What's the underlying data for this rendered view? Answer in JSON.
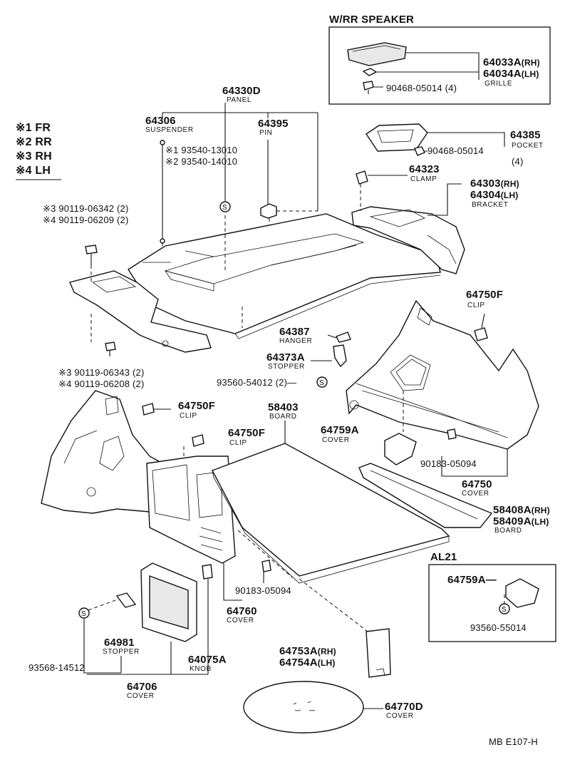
{
  "legend": [
    {
      "mark": "※1",
      "text": "FR"
    },
    {
      "mark": "※2",
      "text": "RR"
    },
    {
      "mark": "※3",
      "text": "RH"
    },
    {
      "mark": "※4",
      "text": "LH"
    }
  ],
  "insets": {
    "speaker_title": "W/RR SPEAKER",
    "al21_title": "AL21"
  },
  "parts": {
    "p64033A": "64033A",
    "p64033A_sfx": "(RH)",
    "p64034A": "64034A",
    "p64034A_sfx": "(LH)",
    "grille": "GRILLE",
    "p90468_a": "90468-05014",
    "p90468_a_qty": "(4)",
    "p64330D": "64330D",
    "panel": "PANEL",
    "p64306": "64306",
    "suspender": "SUSPENDER",
    "p64395": "64395",
    "pin": "PIN",
    "p93540_1": "※1 93540-13010",
    "p93540_2": "※2 93540-14010",
    "p64385": "64385",
    "pocket": "POCKET",
    "p90468_b": "90468-05014",
    "p90468_b_qty": "(4)",
    "p64323": "64323",
    "clamp": "CLAMP",
    "p64303": "64303",
    "p64303_sfx": "(RH)",
    "p64304": "64304",
    "p64304_sfx": "(LH)",
    "bracket": "BRACKET",
    "p90119_3a": "※3 90119-06342 (2)",
    "p90119_4a": "※4 90119-06209 (2)",
    "p64750F_a": "64750F",
    "clip_a": "CLIP",
    "p64387": "64387",
    "hanger": "HANGER",
    "p64373A": "64373A",
    "stopper_a": "STOPPER",
    "p93560_a": "93560-54012 (2)—",
    "p90119_3b": "※3 90119-06343 (2)",
    "p90119_4b": "※4 90119-06208 (2)",
    "p64750F_b": "64750F",
    "clip_b": "CLIP",
    "p58403": "58403",
    "board_a": "BOARD",
    "p64750F_c": "64750F",
    "clip_c": "CLIP",
    "p64759A_a": "64759A",
    "cover_a": "COVER",
    "p90183_a": "90183-05094",
    "p64750": "64750",
    "cover_b": "COVER",
    "p58408A": "58408A",
    "p58408A_sfx": "(RH)",
    "p58409A": "58409A",
    "p58409A_sfx": "(LH)",
    "board_b": "BOARD",
    "p64759A_b": "64759A—",
    "p93560_b": "93560-55014",
    "p90183_b": "90183-05094",
    "p64760": "64760",
    "cover_c": "COVER",
    "p64981": "64981",
    "stopper_b": "STOPPER",
    "p93568": "93568-14512",
    "p64075A": "64075A",
    "knob": "KNOB",
    "p64706": "64706",
    "cover_d": "COVER",
    "p64753A": "64753A",
    "p64753A_sfx": "(RH)",
    "p64754A": "64754A",
    "p64754A_sfx": "(LH)",
    "p64770D": "64770D",
    "cover_e": "COVER"
  },
  "footer": "MB  E107-H"
}
